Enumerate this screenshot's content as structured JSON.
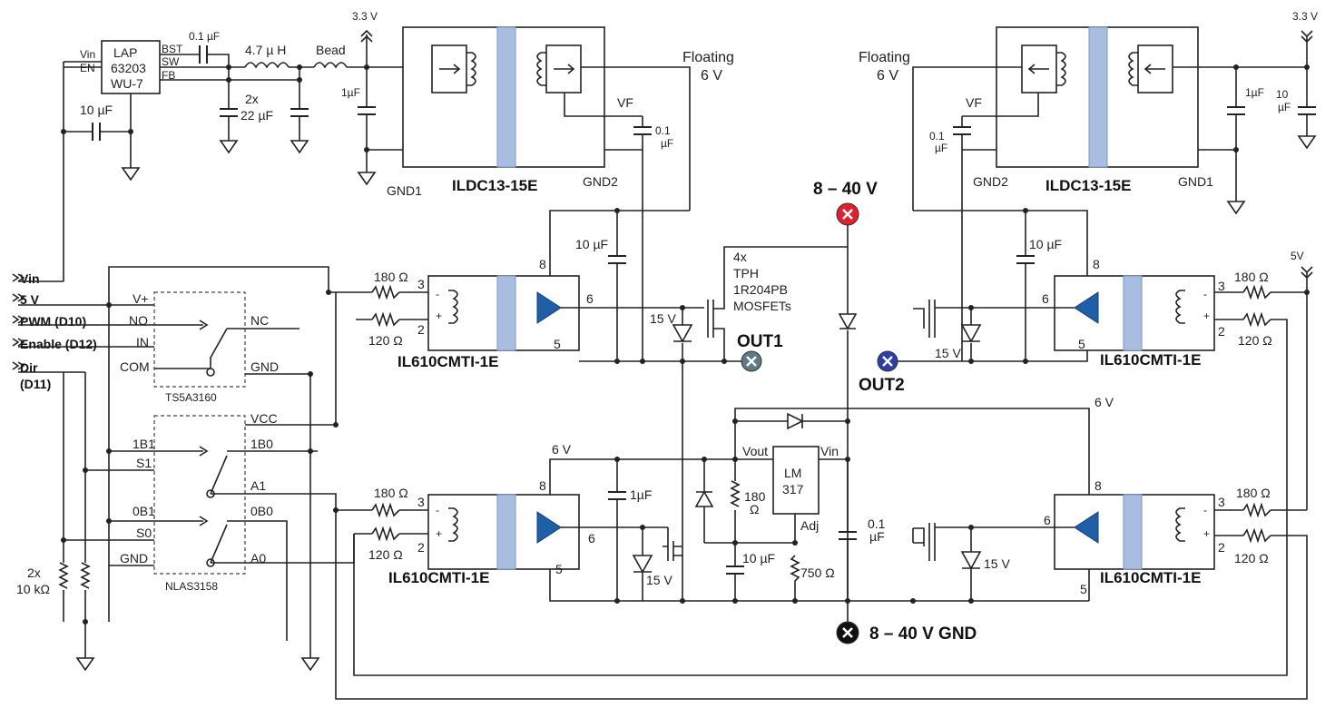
{
  "power": {
    "v33_left": "3.3 V",
    "v33_right": "3.3 V",
    "v5_right": "5V",
    "floating_left": "Floating",
    "floating_left2": "6 V",
    "floating_right": "Floating",
    "floating_right2": "6 V",
    "v840": "8 – 40 V",
    "v840_gnd": "8 – 40 V GND",
    "out1": "OUT1",
    "out2": "OUT2",
    "v6a": "6 V",
    "v6b": "6 V"
  },
  "regulator": {
    "name1": "LAP",
    "name2": "63203",
    "name3": "WU-7",
    "vin": "Vin",
    "en": "EN",
    "bst": "BST",
    "sw": "SW",
    "fb": "FB",
    "cap_bst": "0.1 µF",
    "ind": "4.7 µ H",
    "bead": "Bead",
    "cout": "2x",
    "cout2": "22 µF",
    "cin": "10 µF",
    "cbead": "1µF"
  },
  "isolators": {
    "left_name": "ILDC13-15E",
    "right_name": "ILDC13-15E",
    "gnd1_l": "GND1",
    "gnd2_l": "GND2",
    "gnd1_r": "GND1",
    "gnd2_r": "GND2",
    "vf_l": "VF",
    "vf_r": "VF",
    "c01_l": "0.1",
    "c01_l2": "µF",
    "c01_r": "0.1",
    "c01_r2": "µF",
    "c1u_r": "1µF",
    "c10u_r": "10",
    "c10u_r2": "µF"
  },
  "inputs": {
    "vin": "Vin",
    "v5": "5 V",
    "pwm": "PWM (D10)",
    "enable": "Enable (D12)",
    "dir": "Dir",
    "dir2": "(D11)",
    "res": "2x",
    "res2": "10 kΩ"
  },
  "switch1": {
    "name": "TS5A3160",
    "vplus": "V+",
    "no": "NO",
    "in": "IN",
    "com": "COM",
    "nc": "NC",
    "gnd": "GND"
  },
  "switch2": {
    "name": "NLAS3158",
    "vcc": "VCC",
    "b1_1": "1B1",
    "b0_1": "1B0",
    "s1": "S1",
    "a1": "A1",
    "b1_0": "0B1",
    "b0_0": "0B0",
    "s0": "S0",
    "gnd": "GND",
    "a0": "A0"
  },
  "drivers": {
    "name": "IL610CMTI-1E",
    "r180": "180 Ω",
    "r120": "120 Ω",
    "p3": "3",
    "p2": "2",
    "p8": "8",
    "p6": "6",
    "p5": "5",
    "minus": "-",
    "plus": "+"
  },
  "misc": {
    "c10u": "10 µF",
    "mosfets1": "4x",
    "mosfets2": "TPH",
    "mosfets3": "1R204PB",
    "mosfets4": "MOSFETs",
    "z15": "15 V",
    "c1u": "1µF",
    "lm317a": "LM",
    "lm317b": "317",
    "vout": "Vout",
    "vin_lm": "Vin",
    "adj": "Adj",
    "r180v": "180",
    "r180v2": "Ω",
    "c10u2": "10 µF",
    "r750": "750 Ω",
    "c01": "0.1",
    "c01b": "µF"
  }
}
